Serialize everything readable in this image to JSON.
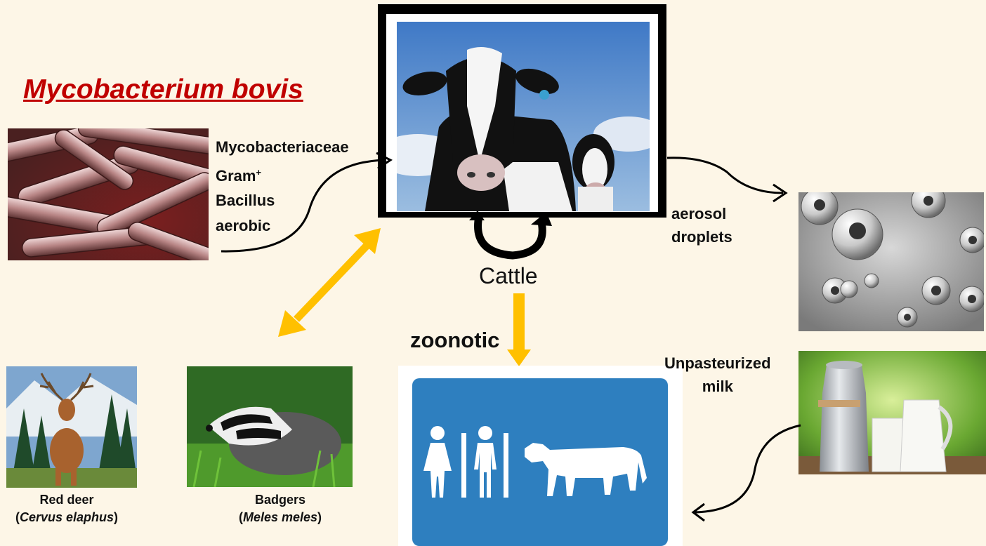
{
  "title": "Mycobacterium bovis",
  "bacterium": {
    "traits": [
      "Mycobacteriaceae",
      "Gram",
      "Bacillus",
      "aerobic"
    ],
    "gram_sign": "+"
  },
  "center": {
    "label": "Cattle"
  },
  "transmission": {
    "aerosol": [
      "aerosol",
      "droplets"
    ],
    "milk": [
      "Unpasteurized",
      "milk"
    ],
    "zoonotic": "zoonotic"
  },
  "wildlife": {
    "deer": {
      "name": "Red deer",
      "latin": "Cervus elaphus"
    },
    "badger": {
      "name": "Badgers",
      "latin": "Meles meles"
    }
  },
  "colors": {
    "title": "#c00000",
    "background": "#fdf6e7",
    "arrow_yellow": "#ffc000",
    "sign_blue": "#2e7fbf"
  }
}
